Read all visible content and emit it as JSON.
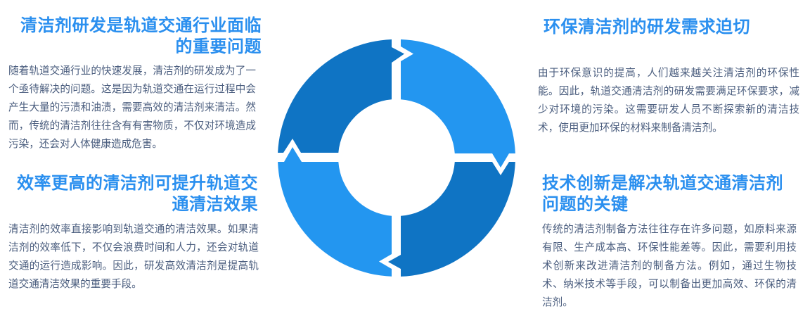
{
  "colors": {
    "title": "#2A8FEF",
    "body_text": "#4A5D7E",
    "segment_dark": "#0F74C4",
    "segment_light": "#2396F0",
    "background": "#FFFFFF"
  },
  "diagram": {
    "type": "cycle-ring",
    "segments": [
      {
        "position": "top-left",
        "color": "segment_dark",
        "arrow_direction": "right"
      },
      {
        "position": "top-right",
        "color": "segment_light",
        "arrow_direction": "down"
      },
      {
        "position": "bottom-right",
        "color": "segment_dark",
        "arrow_direction": "left"
      },
      {
        "position": "bottom-left",
        "color": "segment_light",
        "arrow_direction": "up"
      }
    ]
  },
  "sections": {
    "top_left": {
      "title": "清洁剂研发是轨道交通行业面临的重要问题",
      "body": "随着轨道交通行业的快速发展，清洁剂的研发成为了一个亟待解决的问题。这是因为轨道交通在运行过程中会产生大量的污渍和油渍，需要高效的清洁剂来清洁。然而，传统的清洁剂往往含有有害物质，不仅对环境造成污染，还会对人体健康造成危害。"
    },
    "bottom_left": {
      "title": "效率更高的清洁剂可提升轨道交通清洁效果",
      "body": "清洁剂的效率直接影响到轨道交通的清洁效果。如果清洁剂的效率低下，不仅会浪费时间和人力，还会对轨道交通的运行造成影响。因此，研发高效清洁剂是提高轨道交通清洁效果的重要手段。"
    },
    "top_right": {
      "title": "环保清洁剂的研发需求迫切",
      "body": "由于环保意识的提高，人们越来越关注清洁剂的环保性能。因此，轨道交通清洁剂的研发需要满足环保要求，减少对环境的污染。这需要研发人员不断探索新的清洁技术，使用更加环保的材料来制备清洁剂。"
    },
    "bottom_right": {
      "title": "技术创新是解决轨道交通清洁剂问题的关键",
      "body": "传统的清洁剂制备方法往往存在许多问题，如原料来源有限、生产成本高、环保性能差等。因此，需要利用技术创新来改进清洁剂的制备方法。例如，通过生物技术、纳米技术等手段，可以制备出更加高效、环保的清洁剂。"
    }
  }
}
